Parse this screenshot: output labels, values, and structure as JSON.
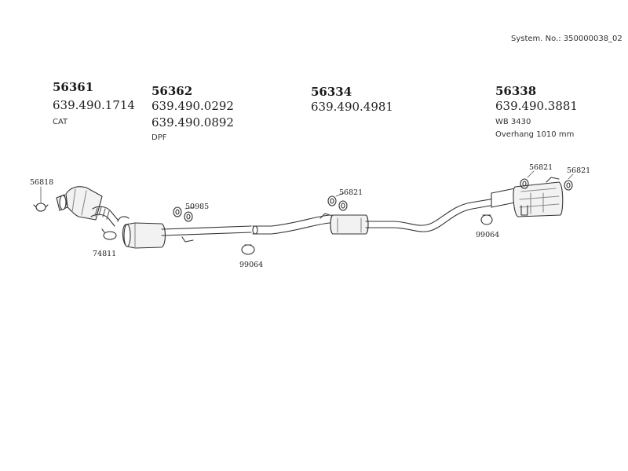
{
  "system_number": "System. No.: 350000038_02",
  "parts": [
    {
      "number": "56361",
      "refs": [
        "639.490.1714"
      ],
      "notes": [
        "CAT"
      ]
    },
    {
      "number": "56362",
      "refs": [
        "639.490.0292",
        "639.490.0892"
      ],
      "notes": [
        "DPF"
      ]
    },
    {
      "number": "56334",
      "refs": [
        "639.490.4981"
      ],
      "notes": []
    },
    {
      "number": "56338",
      "refs": [
        "639.490.3881"
      ],
      "notes": [
        "WB 3430",
        "Overhang 1010 mm"
      ]
    }
  ],
  "callouts": {
    "c_56818": "56818",
    "c_74811": "74811",
    "c_50985": "50985",
    "c_99064_mid": "99064",
    "c_56821_mid": "56821",
    "c_99064_rear": "99064",
    "c_56821_rear_a": "56821",
    "c_56821_rear_b": "56821"
  },
  "colors": {
    "line": "#333333",
    "shade": "#8a8a8a",
    "body": "#f2f2f2"
  }
}
